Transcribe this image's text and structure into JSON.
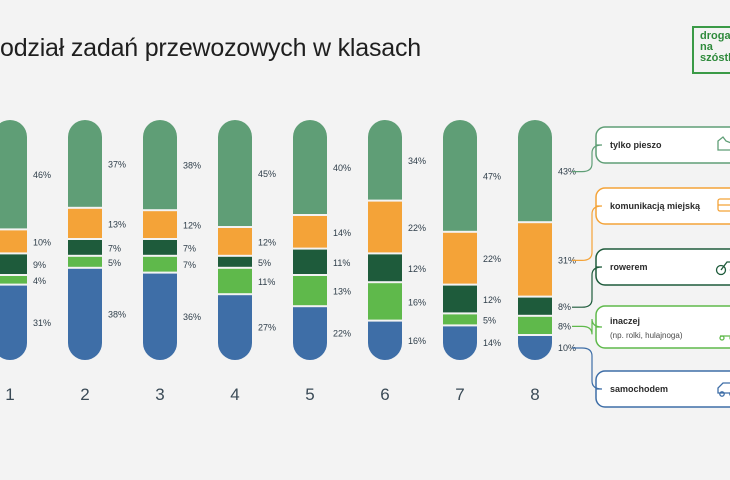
{
  "title": "odział zadań przewozowych w klasach",
  "logo": {
    "line1": "droga",
    "line2": "na",
    "line3": "szóstk"
  },
  "colors": {
    "pieszo": "#5f9e76",
    "komunikacja": "#f4a338",
    "rower": "#1e5b3b",
    "inaczej": "#5fb94b",
    "samochod": "#3e6ea7"
  },
  "chart_data": {
    "type": "bar",
    "stacked": true,
    "categories": [
      "1",
      "2",
      "3",
      "4",
      "5",
      "6",
      "7",
      "8"
    ],
    "series": [
      {
        "name": "tylko pieszo",
        "values": [
          46,
          37,
          38,
          45,
          40,
          34,
          47,
          43
        ]
      },
      {
        "name": "komunikacją miejską",
        "values": [
          10,
          13,
          12,
          12,
          14,
          22,
          22,
          31
        ]
      },
      {
        "name": "rowerem",
        "values": [
          9,
          7,
          7,
          5,
          11,
          12,
          12,
          8
        ]
      },
      {
        "name": "inaczej",
        "sublabel": "(np. rolki, hulajnoga)",
        "values": [
          4,
          5,
          7,
          11,
          13,
          16,
          5,
          8
        ]
      },
      {
        "name": "samochodem",
        "values": [
          31,
          38,
          36,
          27,
          22,
          16,
          14,
          10
        ]
      }
    ],
    "value_suffix": "%"
  }
}
